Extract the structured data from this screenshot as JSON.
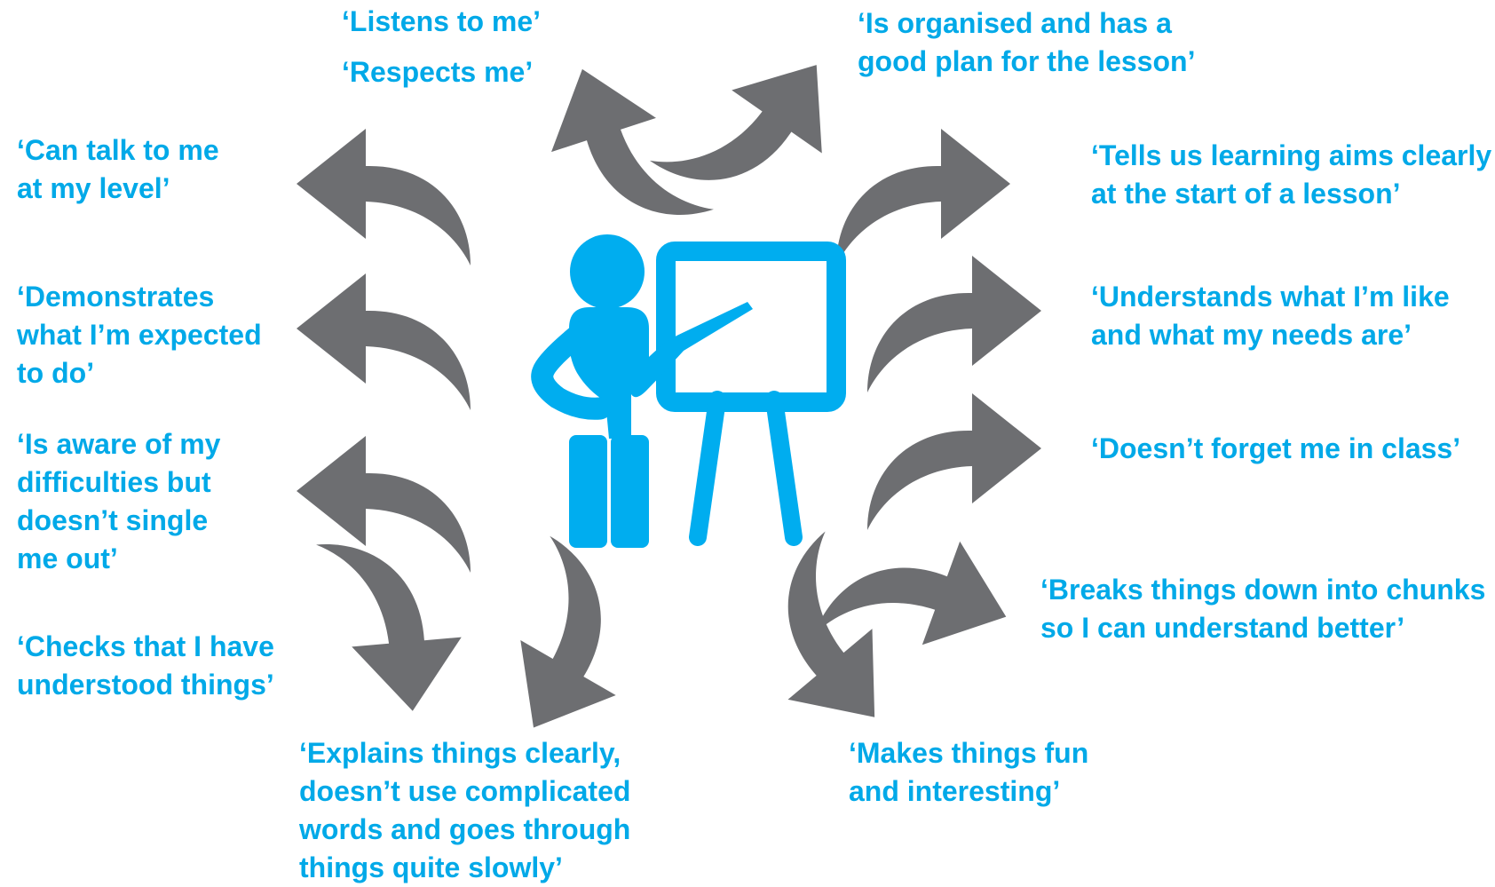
{
  "colors": {
    "text": "#00a9e8",
    "icon": "#00adef",
    "arrow": "#6d6e71",
    "background": "#ffffff"
  },
  "icons": {
    "center": "teacher-at-board-icon",
    "arrows": "curved-arrow-icon"
  },
  "quotes": [
    {
      "id": "listens",
      "lines": [
        "‘Listens to me’"
      ]
    },
    {
      "id": "respects",
      "lines": [
        "‘Respects me’"
      ]
    },
    {
      "id": "organised",
      "lines": [
        "‘Is organised and has a",
        "good plan for the lesson’"
      ]
    },
    {
      "id": "talk-level",
      "lines": [
        "‘Can talk to me",
        "at my level’"
      ]
    },
    {
      "id": "learning-aims",
      "lines": [
        "‘Tells us learning aims clearly",
        "at the start of a lesson’"
      ]
    },
    {
      "id": "demonstrates",
      "lines": [
        "‘Demonstrates",
        "what I’m expected",
        "to do’"
      ]
    },
    {
      "id": "understands",
      "lines": [
        "‘Understands what I’m like",
        "and what my needs are’"
      ]
    },
    {
      "id": "aware-difficulties",
      "lines": [
        "‘Is aware of my",
        "difficulties but",
        "doesn’t single",
        "me out’"
      ]
    },
    {
      "id": "doesnt-forget",
      "lines": [
        "‘Doesn’t forget me in class’"
      ]
    },
    {
      "id": "breaks-down",
      "lines": [
        "‘Breaks things down into chunks",
        "so I can understand better’"
      ]
    },
    {
      "id": "checks-understood",
      "lines": [
        "‘Checks that I have",
        "understood things’"
      ]
    },
    {
      "id": "explains-clearly",
      "lines": [
        "‘Explains things clearly,",
        "doesn’t use complicated",
        "words and goes through",
        "things quite slowly’"
      ]
    },
    {
      "id": "makes-fun",
      "lines": [
        "‘Makes things fun",
        "and interesting’"
      ]
    }
  ]
}
